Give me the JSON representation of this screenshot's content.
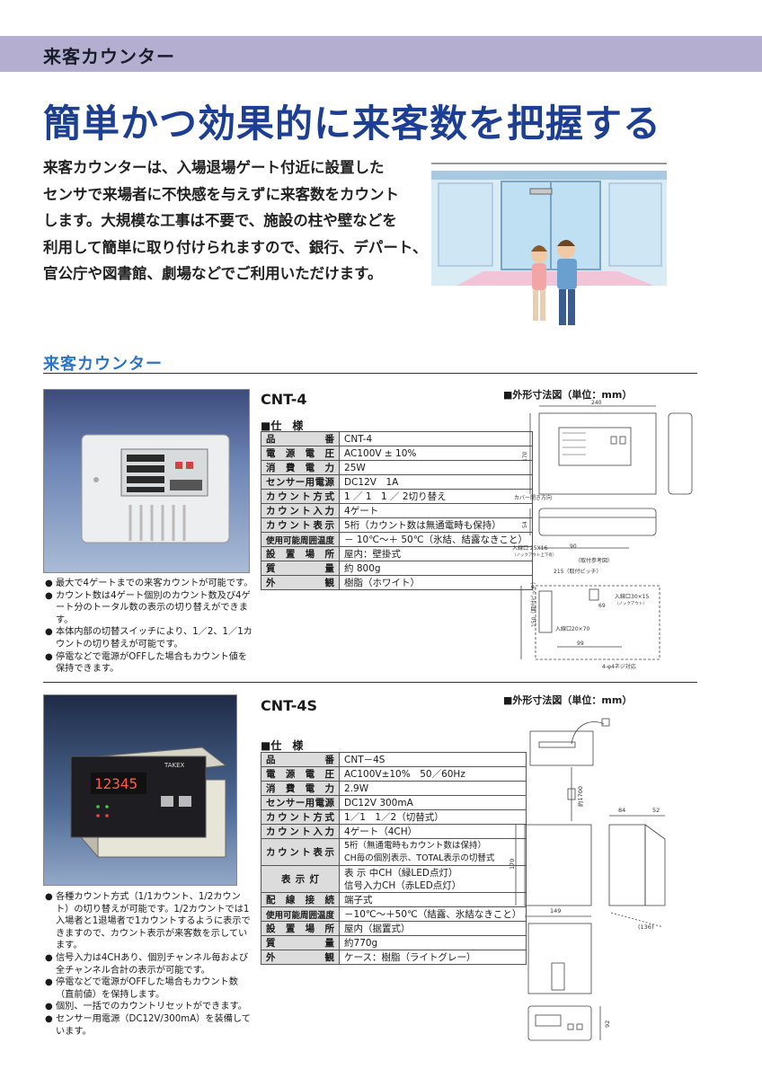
{
  "header": {
    "label": "来客カウンター"
  },
  "headline": "簡単かつ効果的に来客数を把握する",
  "intro_lines": [
    "来客カウンターは、入場退場ゲート付近に設置した",
    "センサで来場者に不快感を与えずに来客数をカウント",
    "します。大規模な工事は不要で、施設の柱や壁などを",
    "利用して簡単に取り付けられますので、銀行、デパート、",
    "官公庁や図書館、劇場などでご利用いただけます。"
  ],
  "section_title": "来客カウンター",
  "products": [
    {
      "model": "CNT-4",
      "spec_title": "■仕　様",
      "dim_title": "■外形寸法図（単位：mm）",
      "specs": [
        [
          "品番",
          "CNT-4"
        ],
        [
          "電源電圧",
          "AC100V ± 10%"
        ],
        [
          "消費電力",
          "25W"
        ],
        [
          "センサー用電源",
          "DC12V　1A"
        ],
        [
          "カウント方式",
          "1 ／ 1　1 ／ 2切り替え"
        ],
        [
          "カウント入力",
          "4ゲート"
        ],
        [
          "カウント表示",
          "5桁（カウント数は無通電時も保持）"
        ],
        [
          "使用可能周囲温度",
          "－ 10℃～＋ 50℃（氷結、結露なきこと）"
        ],
        [
          "設置場所",
          "屋内：壁掛式"
        ],
        [
          "質量",
          "約 800g"
        ],
        [
          "外観",
          "樹脂（ホワイト）"
        ]
      ],
      "bullets": [
        "最大で4ゲートまでの来客カウントが可能です。",
        "カウント数は4ゲート個別のカウント数及び4ゲート分のトータル数の表示の切り替えができます。",
        "本体内部の切替スイッチにより、1／2、1／1カウントの切り替えが可能です。",
        "停電などで電源がOFFした場合もカウント値を保持できます。"
      ],
      "dims": {
        "w": "240",
        "h": "170",
        "d": "54",
        "pitch": "215（取付ピッチ）",
        "note_cover": "カバー開き方向",
        "inlet": "入線口 25X16",
        "inlet_note": "（ノックアウト上下有）",
        "d90": "90",
        "ref": "（取付参考図）",
        "inlet2": "入線口30×15",
        "inlet2_note": "（ノックアウト）",
        "inlet3": "入線口20×70",
        "d99": "99",
        "d69": "69",
        "hpitch": "150（取付ピッチ）",
        "holes": "4-φ4ネジ対応"
      }
    },
    {
      "model": "CNT-4S",
      "spec_title": "■仕　様",
      "dim_title": "■外形寸法図（単位：mm）",
      "specs": [
        [
          "品番",
          "CNT－4S"
        ],
        [
          "電源電圧",
          "AC100V±10%　50／60Hz"
        ],
        [
          "消費電力",
          "2.9W"
        ],
        [
          "センサー用電源",
          "DC12V 300mA"
        ],
        [
          "カウント方式",
          "1／1　1／2（切替式）"
        ],
        [
          "カウント入力",
          "4ゲート（4CH）"
        ],
        [
          "カウント表示",
          "5桁（無通電時もカウント数は保持）",
          "CH毎の個別表示、TOTAL表示の切替式"
        ],
        [
          "表示灯",
          "表 示 中CH（緑LED点灯）",
          "信号入力CH（赤LED点灯）"
        ],
        [
          "配線接続",
          "端子式"
        ],
        [
          "使用可能周囲温度",
          "－10℃～＋50℃（結露、氷結なきこと）"
        ],
        [
          "設置場所",
          "屋内（据置式）"
        ],
        [
          "質量",
          "約770g"
        ],
        [
          "外観",
          "ケース：樹脂（ライトグレー）"
        ]
      ],
      "bullets": [
        "各種カウント方式（1/1カウント、1/2カウント）の切り替えが可能です。1/2カウントでは1入場者と1退場者で1カウントするように表示できますので、カウント表示が来客数を示しています。",
        "信号入力は4CHあり、個別チャンネル毎および全チャンネル合計の表示が可能です。",
        "停電などで電源がOFFした場合もカウント数（直前値）を保持します。",
        "個別、一括でのカウントリセットができます。",
        "センサー用電源（DC12V/300mA）を装備しています。"
      ],
      "dims": {
        "cable": "約1700",
        "h": "170",
        "w": "149",
        "d1": "84",
        "d2": "52",
        "d3": "(136)",
        "h2": "92"
      },
      "display_value": "12345",
      "brand": "TAKEX"
    }
  ]
}
